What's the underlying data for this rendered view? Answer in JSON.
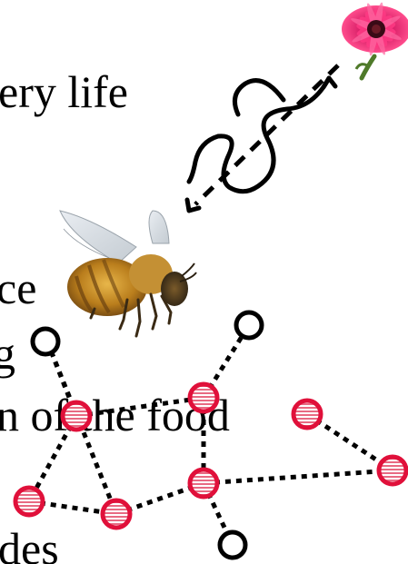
{
  "slide": {
    "text_lines": [
      {
        "text": "ery life"
      },
      {
        "text": "ce"
      },
      {
        "text": "g"
      },
      {
        "text": "n of the food"
      },
      {
        "text": "des"
      }
    ]
  },
  "network": {
    "open_node_color": "#000000",
    "highlighted_node_color": "#e0103a",
    "highlighted_fill_color": "#f4a6b4",
    "edge_style": "dotted"
  },
  "illustrations": {
    "flower": "pink-gerbera-flower",
    "bee": "honey-bee",
    "waggle_path": "waggle-dance-path-icon"
  }
}
